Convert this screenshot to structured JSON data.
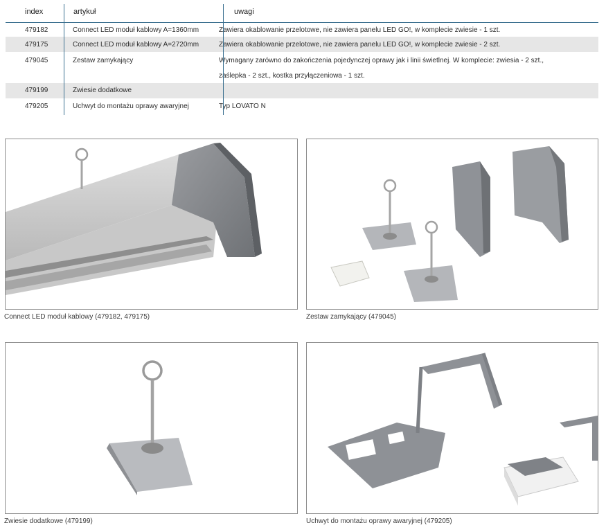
{
  "table": {
    "headers": {
      "index": "index",
      "artykul": "artykuł",
      "uwagi": "uwagi"
    },
    "rows": [
      {
        "index": "479182",
        "artykul": "Connect LED moduł kablowy A=1360mm",
        "uwagi": "Zawiera okablowanie przelotowe, nie zawiera panelu LED GO!, w komplecie zwiesie - 1 szt.",
        "uwagi2": ""
      },
      {
        "index": "479175",
        "artykul": "Connect LED moduł kablowy A=2720mm",
        "uwagi": "Zawiera okablowanie przelotowe, nie zawiera panelu LED GO!, w komplecie zwiesie - 2 szt.",
        "uwagi2": ""
      },
      {
        "index": "479045",
        "artykul": "Zestaw zamykający",
        "uwagi": "Wymagany zarówno do zakończenia pojedynczej oprawy jak i linii świetlnej.  W komplecie: zwiesia - 2 szt.,",
        "uwagi2": "zaślepka - 2 szt., kostka przyłączeniowa - 1 szt."
      },
      {
        "index": "479199",
        "artykul": "Zwiesie dodatkowe",
        "uwagi": "",
        "uwagi2": ""
      },
      {
        "index": "479205",
        "artykul": "Uchwyt do montażu oprawy awaryjnej",
        "uwagi": "Typ LOVATO N",
        "uwagi2": ""
      }
    ]
  },
  "panels": [
    {
      "caption": "Connect LED moduł kablowy (479182, 479175)"
    },
    {
      "caption": "Zestaw zamykający (479045)"
    },
    {
      "caption": "Zwiesie dodatkowe (479199)"
    },
    {
      "caption": "Uchwyt do montażu oprawy awaryjnej (479205)"
    }
  ]
}
